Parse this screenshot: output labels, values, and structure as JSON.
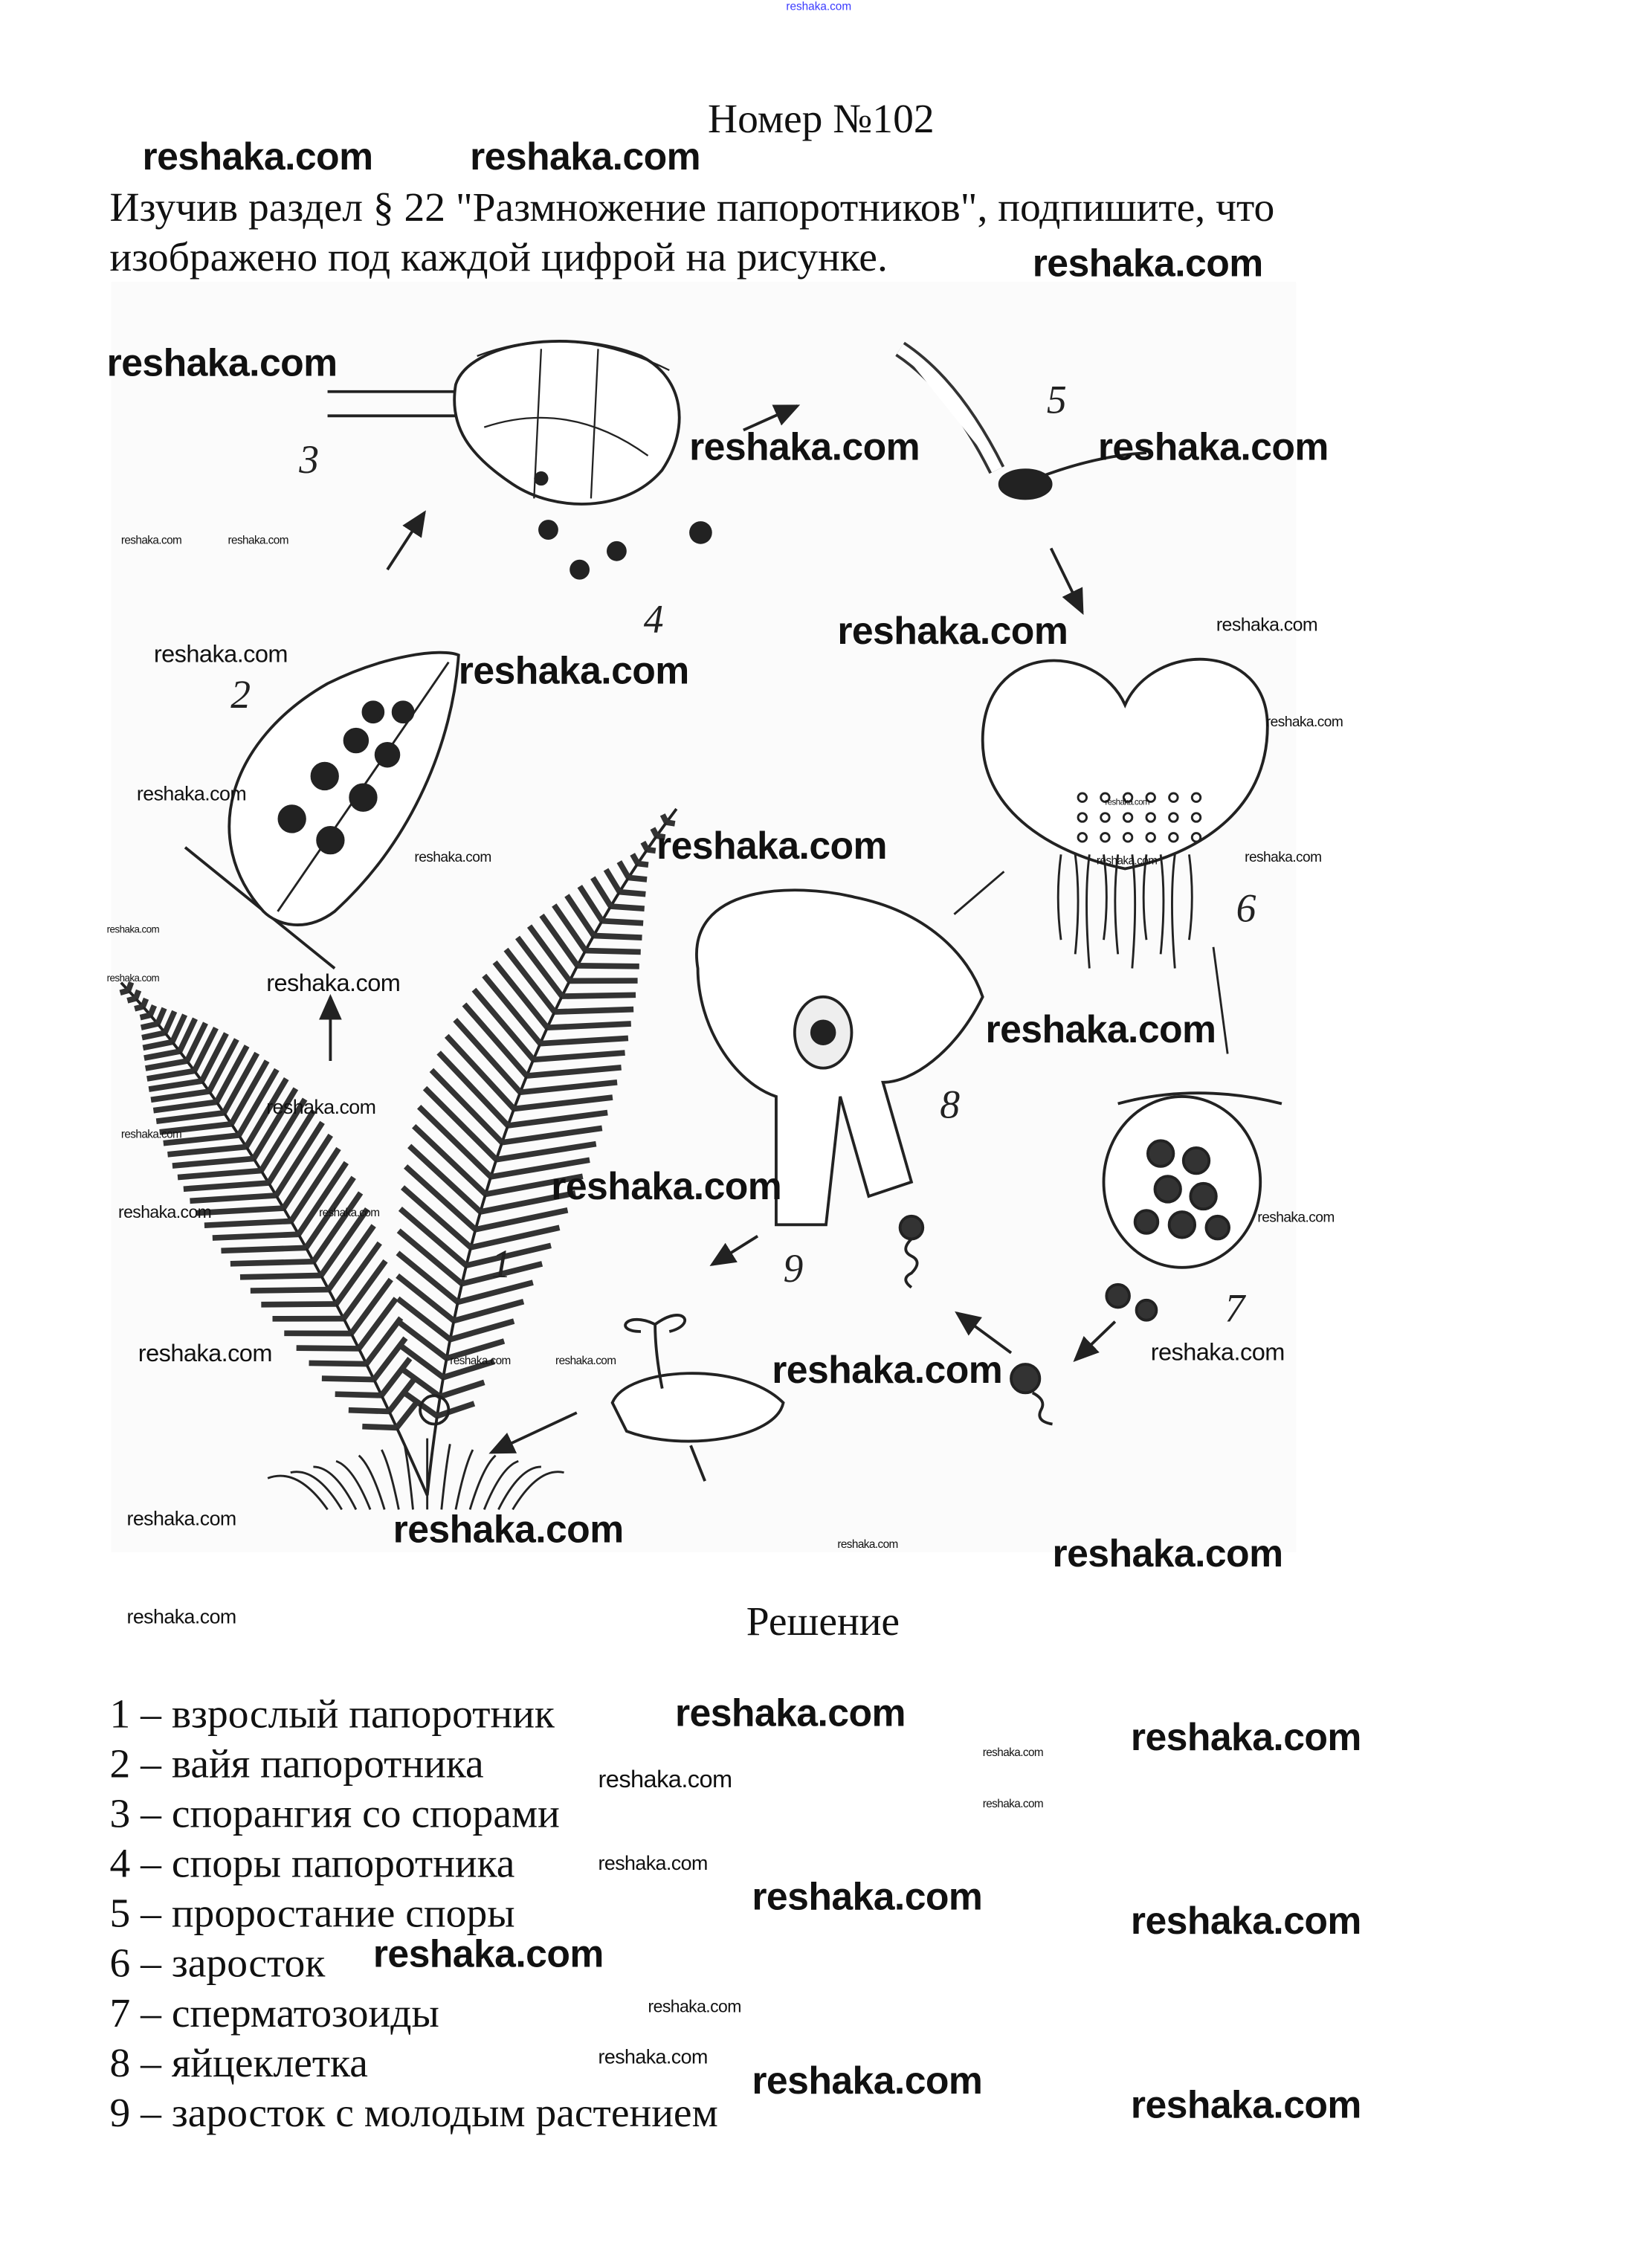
{
  "header": {
    "site_link": "reshaka.com",
    "title": "Номер №102"
  },
  "task": {
    "line1": "Изучив раздел § 22 \"Размножение папоротников\", подпишите, что",
    "line2": "изображено под каждой цифрой на рисунке."
  },
  "figure": {
    "labels": [
      "1",
      "2",
      "3",
      "4",
      "5",
      "6",
      "7",
      "8",
      "9"
    ]
  },
  "solution": {
    "heading": "Решение",
    "answers": [
      "1 – взрослый папоротник",
      "2 – вайя папоротника",
      "3 – спорангия со спорами",
      "4 – споры папоротника",
      "5 – проростание споры",
      "6 – заросток",
      "7 – сперматозоиды",
      "8 – яйцеклетка",
      "9 – заросток с молодым растением"
    ]
  },
  "watermark": "reshaka.com"
}
